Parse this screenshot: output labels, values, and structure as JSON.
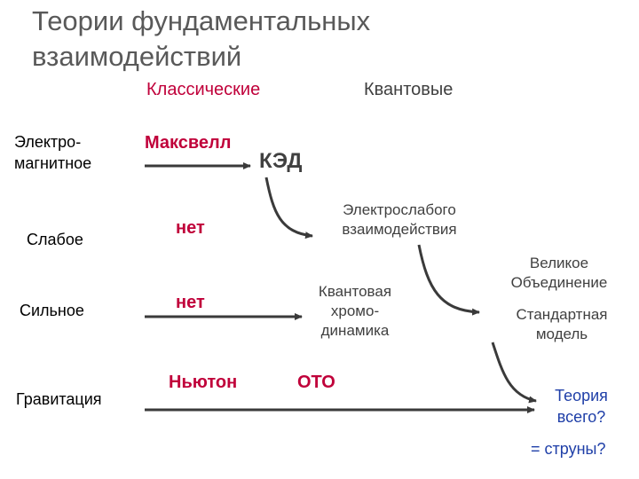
{
  "title": "Теории фундаментальных взаимодействий",
  "headers": {
    "classical": "Классические",
    "quantum": "Квантовые"
  },
  "rows": {
    "em_line1": "Электро-",
    "em_line2": "магнитное",
    "weak": "Слабое",
    "strong": "Сильное",
    "gravity": "Гравитация"
  },
  "classical": {
    "maxwell": "Максвелл",
    "weak_none": "нет",
    "strong_none": "нет",
    "newton": "Ньютон"
  },
  "quantum": {
    "qed": "КЭД",
    "electroweak_line1": "Электрослабого",
    "electroweak_line2": "взаимодействия",
    "qcd_line1": "Квантовая",
    "qcd_line2": "хромо-",
    "qcd_line3": "динамика",
    "gr": "ОТО"
  },
  "unified": {
    "gut_line1": "Великое",
    "gut_line2": "Объединение",
    "sm_line1": "Стандартная",
    "sm_line2": "модель",
    "toe_line1": "Теория",
    "toe_line2": "всего?",
    "strings": "= струны?"
  },
  "colors": {
    "title": "#595959",
    "accent_red": "#c0003a",
    "accent_blue": "#1f3fa8",
    "arrow": "#3a3a3a"
  }
}
